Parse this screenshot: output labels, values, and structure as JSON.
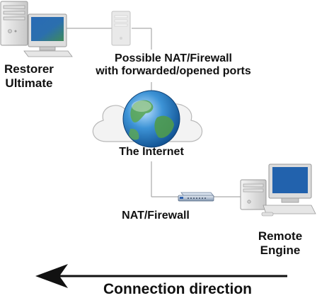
{
  "labels": {
    "restorer": [
      "Restorer",
      "Ultimate"
    ],
    "firewall_top": [
      "Possible NAT/Firewall",
      "with forwarded/opened ports"
    ],
    "internet": "The Internet",
    "firewall_bottom": "NAT/Firewall",
    "remote": [
      "Remote",
      "Engine"
    ],
    "direction": "Connection direction"
  },
  "colors": {
    "connection_line": "#aaaaaa",
    "arrow": "#111111",
    "screen_blue": "#1f5fa8",
    "globe_ocean": "#2f86c8",
    "cloud": "#f2f2f2"
  },
  "icons": {
    "local_computer": "desktop-computer-icon",
    "tower_server": "server-tower-icon",
    "internet": "globe-cloud-icon",
    "router": "router-firewall-icon",
    "remote_computer": "desktop-computer-icon",
    "direction_arrow": "left-arrow-icon"
  }
}
